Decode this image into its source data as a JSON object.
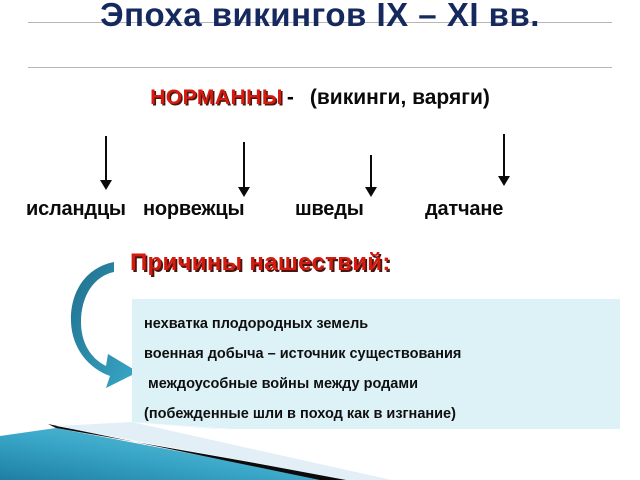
{
  "slide": {
    "title": "Эпоха викингов IX – XI вв.",
    "subtitle_row": {
      "term": "НОРМАННЫ",
      "dash": "-",
      "aliases": "(викинги, варяги)"
    },
    "peoples": [
      {
        "label": "исландцы"
      },
      {
        "label": "норвежцы"
      },
      {
        "label": "шведы"
      },
      {
        "label": "датчане"
      }
    ],
    "reasons_heading": "Причины нашествий:",
    "reasons": [
      "нехватка плодородных земель",
      "военная добыча – источник существования",
      "междоусобные войны между родами",
      "(побежденные шли в поход как в изгнание)"
    ],
    "colors": {
      "title": "#16295e",
      "accent_red": "#d51a0e",
      "red_shadow": "#4a1410",
      "box_bg": "#ddf2f7",
      "teal": "#2e8ead",
      "band_blue": "#2f9cc0",
      "band_black": "#0b0b0b",
      "band_pale": "#dbeaf2",
      "rule": "#b6b6b6",
      "text": "#0a0a0a"
    }
  }
}
